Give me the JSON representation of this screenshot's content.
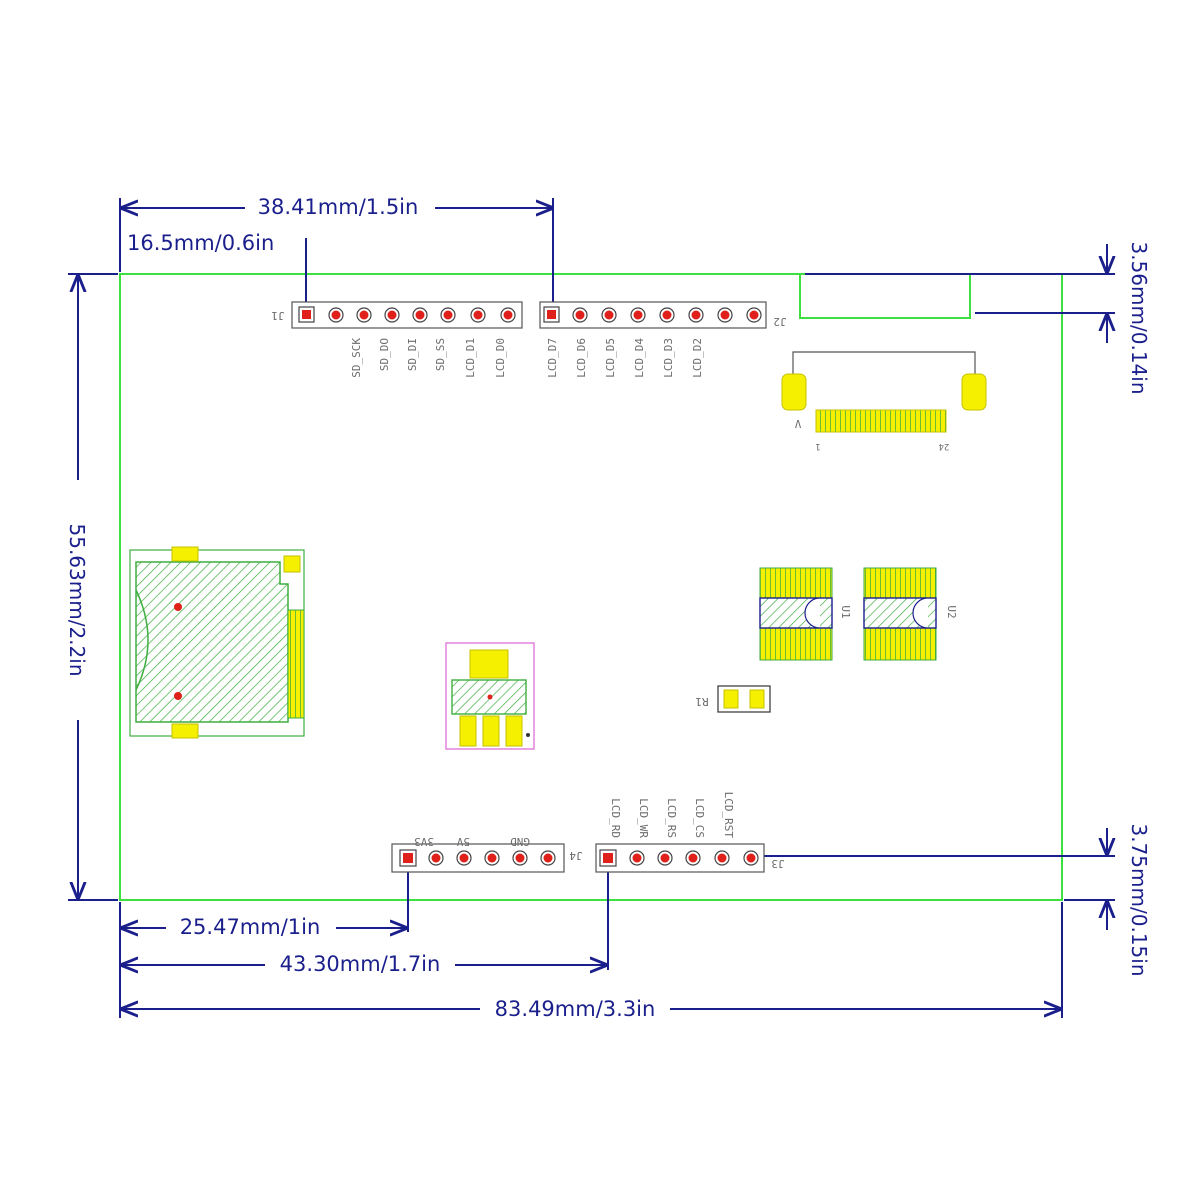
{
  "dimensions": {
    "top_width": "38.41mm/1.5in",
    "top_offset": "16.5mm/0.6in",
    "left_height": "55.63mm/2.2in",
    "right_top": "3.56mm/0.14in",
    "right_bottom": "3.75mm/0.15in",
    "bottom_j4": "25.47mm/1in",
    "bottom_j3": "43.30mm/1.7in",
    "bottom_total": "83.49mm/3.3in"
  },
  "headers": {
    "j1": {
      "label": "J1",
      "pins": [
        "SD_SCK",
        "SD_DO",
        "SD_DI",
        "SD_SS",
        "LCD_D1",
        "LCD_D0"
      ]
    },
    "j2": {
      "label": "J2",
      "pins": [
        "LCD_D7",
        "LCD_D6",
        "LCD_D5",
        "LCD_D4",
        "LCD_D3",
        "LCD_D2"
      ]
    },
    "j3": {
      "label": "J3",
      "pins": [
        "LCD_RD",
        "LCD_WR",
        "LCD_RS",
        "LCD_CS",
        "LCD_RST"
      ]
    },
    "j4": {
      "label": "J4",
      "pins": [
        "3V3",
        "5V",
        "GND"
      ]
    }
  },
  "components": {
    "fpc_left": "V",
    "fpc_pin_first": "1",
    "fpc_pin_last": "24",
    "u1": "U1",
    "u2": "U2",
    "r1": "R1"
  },
  "colors": {
    "dimension": "#1a1f8c",
    "pcb_outline": "#3ee03e",
    "pad": "#e0201a",
    "gold": "#f4f000"
  }
}
